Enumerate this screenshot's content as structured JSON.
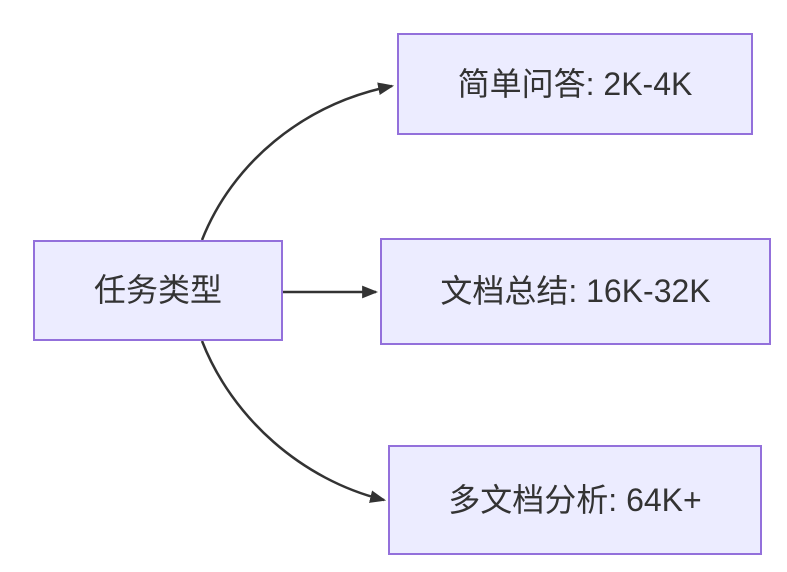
{
  "diagram": {
    "type": "flowchart-left-to-right",
    "root": {
      "label": "任务类型"
    },
    "children": [
      {
        "label": "简单问答: 2K-4K"
      },
      {
        "label": "文档总结: 16K-32K"
      },
      {
        "label": "多文档分析: 64K+"
      }
    ],
    "edges": [
      {
        "from": "任务类型",
        "to": "简单问答: 2K-4K"
      },
      {
        "from": "任务类型",
        "to": "文档总结: 16K-32K"
      },
      {
        "from": "任务类型",
        "to": "多文档分析: 64K+"
      }
    ]
  },
  "colors": {
    "node_fill": "#ECECFF",
    "node_border": "#9370DB",
    "edge": "#333333",
    "text": "#333333",
    "background": "#FFFFFF"
  }
}
